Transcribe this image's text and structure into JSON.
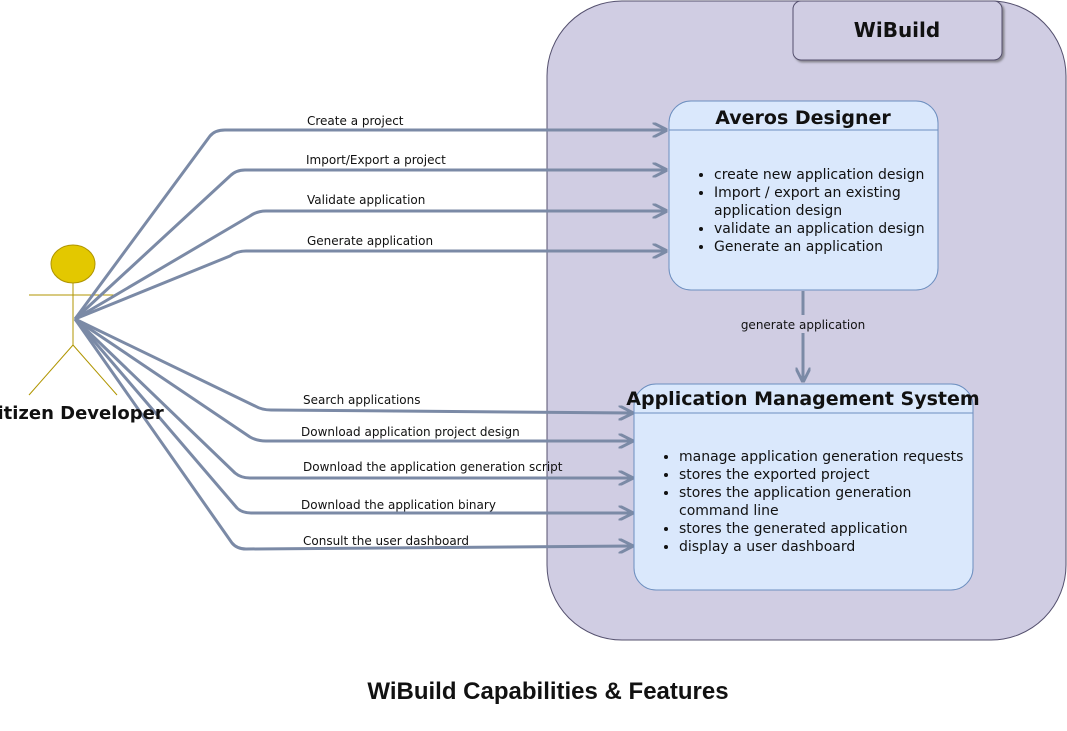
{
  "colors": {
    "container_fill": "#d0cde3",
    "container_stroke": "#54506e",
    "panel_fill": "#dae8fc",
    "panel_stroke": "#6c8ebf",
    "edge": "#7b8aa6",
    "actor_fill": "#e3c800",
    "actor_stroke": "#b09500"
  },
  "container": {
    "title": "WiBuild"
  },
  "averos": {
    "title": "Averos Designer",
    "items": [
      "create new application design",
      "Import / export an existing application design",
      "validate an application design",
      "Generate an application"
    ]
  },
  "ams": {
    "title": "Application Management System",
    "items": [
      "manage application generation requests",
      "stores the exported project",
      "stores the application generation command line",
      "stores the generated application",
      "display a user dashboard"
    ]
  },
  "actor": {
    "label": "Citizen Developer"
  },
  "edges": {
    "create_project": "Create a project",
    "import_export": "Import/Export a project",
    "validate": "Validate application",
    "generate": "Generate application",
    "search": "Search applications",
    "download_design": "Download application project design",
    "download_script": "Download the application generation script",
    "download_binary": "Download the application binary",
    "consult_dashboard": "Consult the user dashboard",
    "generate_application": "generate application"
  },
  "caption": "WiBuild Capabilities & Features"
}
